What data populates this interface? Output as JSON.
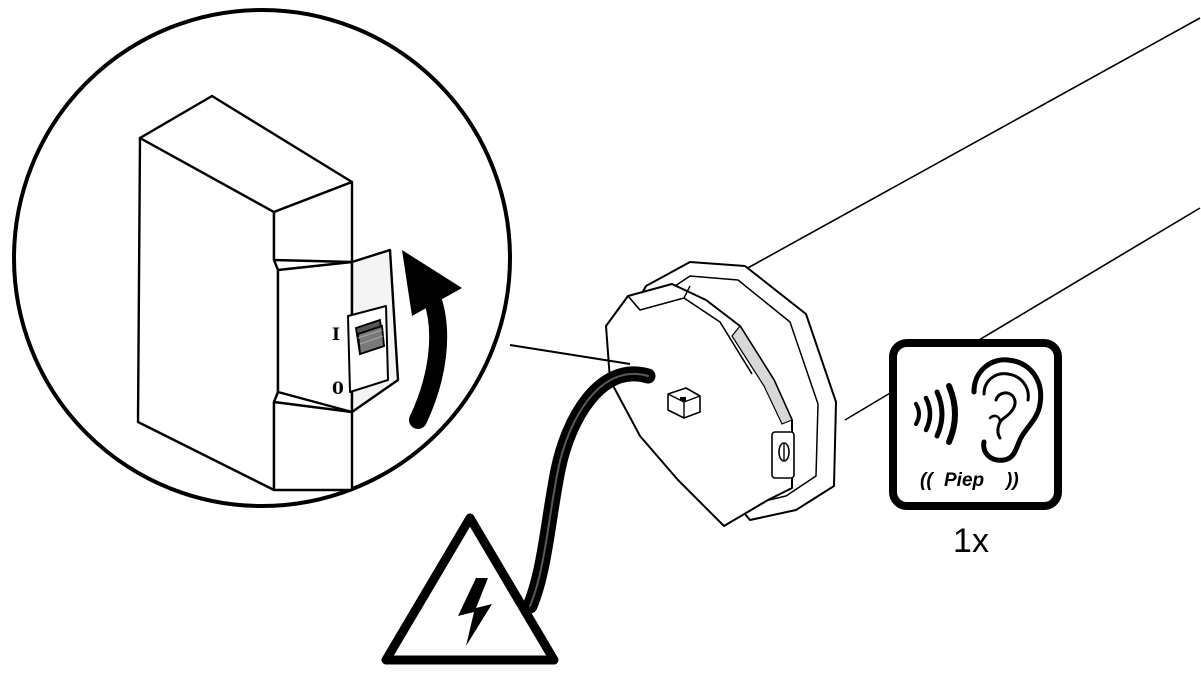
{
  "beep_box": {
    "sound_text": "Piep",
    "repeat_count": "1x"
  },
  "breaker_switch": {
    "on_mark": "I",
    "off_mark": "0"
  },
  "icons": {
    "hazard": "high-voltage-warning-icon",
    "ear": "ear-icon",
    "sound": "sound-waves-icon",
    "rotation": "curved-up-arrow-icon"
  }
}
